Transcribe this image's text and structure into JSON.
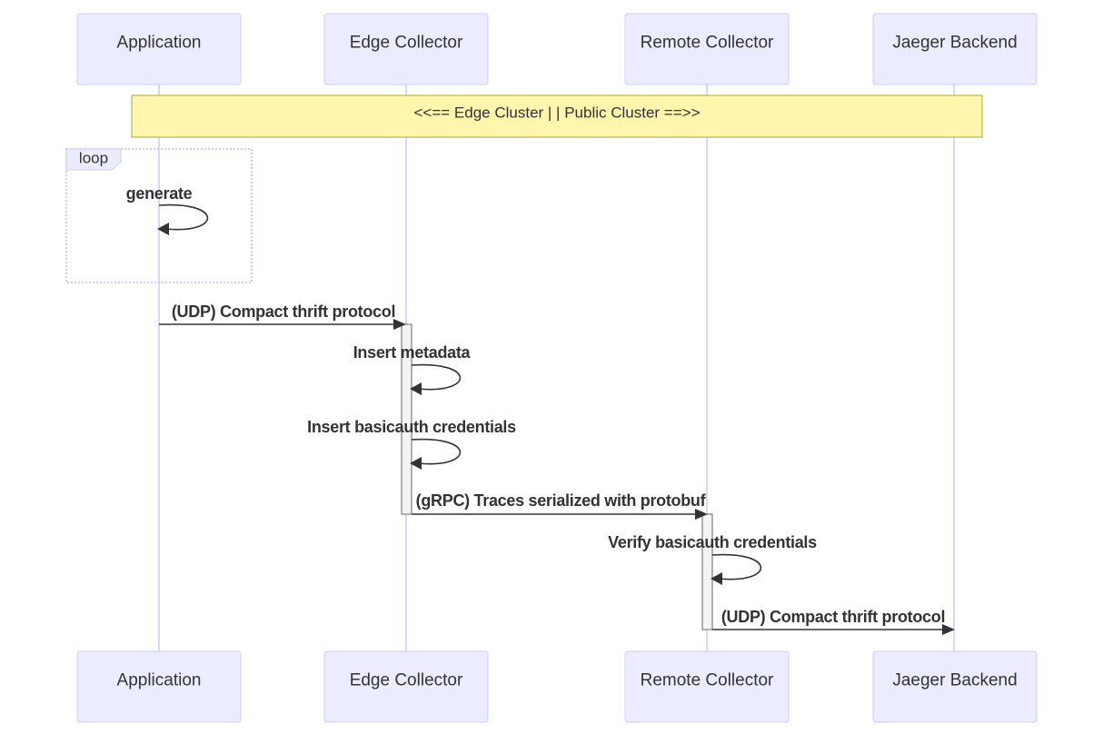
{
  "participants": {
    "application": "Application",
    "edge_collector": "Edge Collector",
    "remote_collector": "Remote Collector",
    "jaeger_backend": "Jaeger Backend"
  },
  "note": "<<== Edge Cluster | | Public Cluster ==>>",
  "loop": {
    "label": "loop",
    "message": "generate"
  },
  "messages": {
    "udp_app_to_edge": "(UDP) Compact thrift protocol",
    "insert_metadata": "Insert metadata",
    "insert_basicauth": "Insert basicauth credentials",
    "grpc_traces": "(gRPC) Traces serialized with protobuf",
    "verify_basicauth": "Verify basicauth credentials",
    "udp_remote_to_jaeger": "(UDP) Compact thrift protocol"
  },
  "colors": {
    "actor_fill": "#ECECFF",
    "actor_stroke": "#CCCCFF",
    "note_fill": "#FFF5AD",
    "note_stroke": "#AAAA33",
    "text": "#333333"
  }
}
